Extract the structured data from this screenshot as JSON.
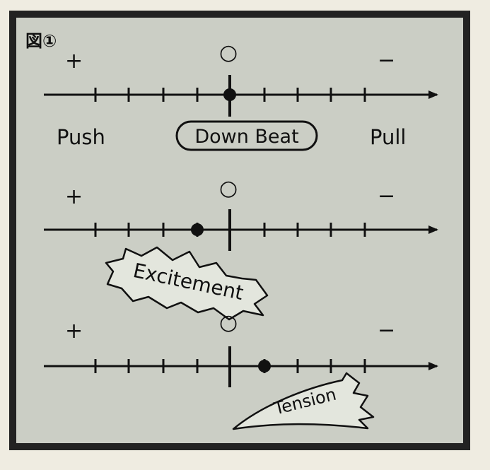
{
  "figure_label": "図①",
  "labels": {
    "push": "Push",
    "down_beat": "Down Beat",
    "pull": "Pull",
    "excitement": "Excitement",
    "tension": "Tension"
  },
  "markers": {
    "circle": "○",
    "plus": "+",
    "minus": "−"
  },
  "axes": [
    {
      "dot_position": 0
    },
    {
      "dot_position": -1
    },
    {
      "dot_position": 1
    }
  ]
}
